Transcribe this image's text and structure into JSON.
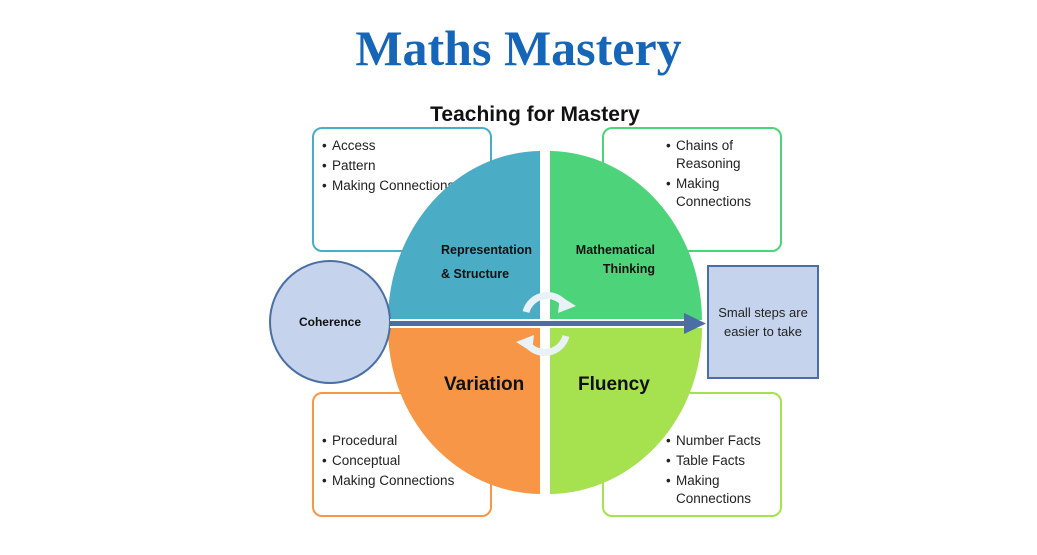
{
  "page": {
    "title": "Maths Mastery",
    "title_color": "#1565b8"
  },
  "diagram": {
    "heading": "Teaching for Mastery",
    "colors": {
      "representation": "#4bacc6",
      "mathematical": "#4dd37a",
      "variation": "#f79646",
      "fluency": "#a6e14f",
      "coherence_fill": "#c5d4ec",
      "arrow": "#4a6fa5"
    },
    "quadrants": {
      "representation": {
        "line1": "Representation",
        "line2": "& Structure"
      },
      "mathematical": {
        "line1": "Mathematical",
        "line2": "Thinking"
      },
      "variation": {
        "label": "Variation"
      },
      "fluency": {
        "label": "Fluency"
      }
    },
    "coherence": {
      "label": "Coherence"
    },
    "small_steps": {
      "label": "Small steps are easier to take"
    },
    "boxes": {
      "top_left": {
        "border": "#4bacc6",
        "items": [
          "Access",
          "Pattern",
          "Making Connections"
        ]
      },
      "top_right": {
        "border": "#4dd37a",
        "items": [
          "Chains of Reasoning",
          "Making Connections"
        ]
      },
      "bottom_left": {
        "border": "#f79646",
        "items": [
          "Procedural",
          "Conceptual",
          "Making Connections"
        ]
      },
      "bottom_right": {
        "border": "#a6e14f",
        "items": [
          "Number Facts",
          "Table Facts",
          "Making Connections"
        ]
      }
    },
    "cycle_icon": "circular-arrows-icon"
  }
}
